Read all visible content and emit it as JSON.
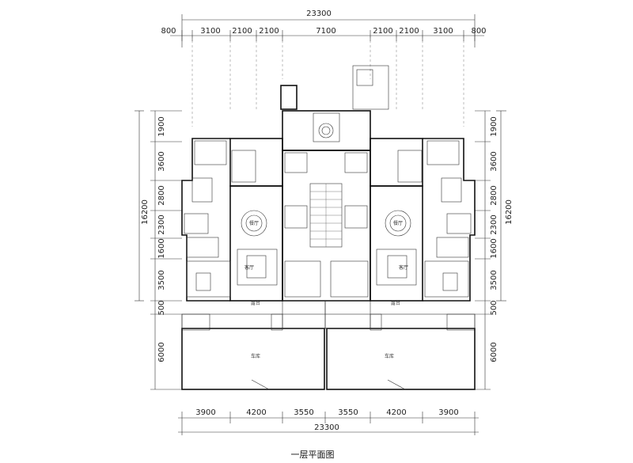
{
  "title": "一层平面图",
  "dims": {
    "top_total": "23300",
    "top_segments": [
      "800",
      "3100",
      "2100",
      "2100",
      "7100",
      "2100",
      "2100",
      "3100",
      "800"
    ],
    "bottom_segments": [
      "3900",
      "4200",
      "3550",
      "3550",
      "4200",
      "3900"
    ],
    "bottom_total": "23300",
    "left_segments": [
      "1900",
      "3600",
      "2800",
      "2300",
      "1600",
      "3500",
      "500",
      "6000"
    ],
    "right_segments": [
      "1900",
      "3600",
      "2800",
      "2300",
      "1600",
      "3500",
      "500",
      "6000"
    ],
    "left_total": "16200",
    "right_total": "16200"
  },
  "rooms": {
    "dining_left": "餐厅",
    "dining_right": "餐厅",
    "living_left": "客厅",
    "living_right": "客厅",
    "garage_left": "车库",
    "garage_right": "车库",
    "terrace_left": "露台",
    "terrace_right": "露台"
  }
}
